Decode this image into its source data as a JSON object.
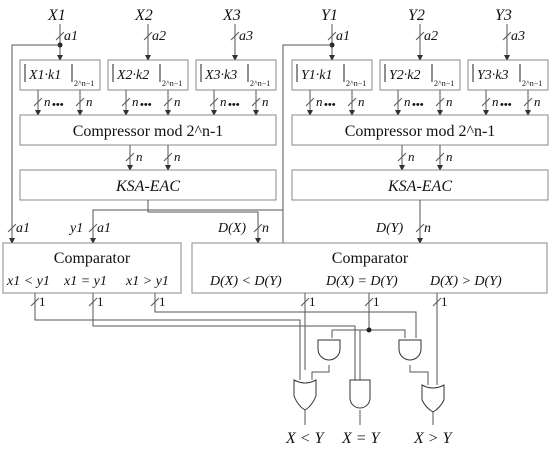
{
  "inputs_x": [
    "X1",
    "X2",
    "X3"
  ],
  "inputs_y": [
    "Y1",
    "Y2",
    "Y3"
  ],
  "widths": [
    "a1",
    "a2",
    "a3"
  ],
  "modulo_terms_x": [
    "X1·k1",
    "X2·k2",
    "X3·k3"
  ],
  "modulo_terms_y": [
    "Y1·k1",
    "Y2·k2",
    "Y3·k3"
  ],
  "modulus_subscript": "2^n−1",
  "bus_label_n": "n",
  "bus_label_1": "1",
  "ellipsis": "•••",
  "compressor_label": "Compressor mod 2^n-1",
  "ksa_label": "KSA-EAC",
  "comparator_label": "Comparator",
  "left_signals": [
    "a1",
    "y1",
    "a1"
  ],
  "dx_label": "D(X)",
  "dy_label": "D(Y)",
  "left_outputs": [
    "x1 < y1",
    "x1 = y1",
    "x1 > y1"
  ],
  "right_outputs": [
    "D(X) < D(Y)",
    "D(X) = D(Y)",
    "D(X) > D(Y)"
  ],
  "final_outputs": [
    "X < Y",
    "X = Y",
    "X > Y"
  ]
}
